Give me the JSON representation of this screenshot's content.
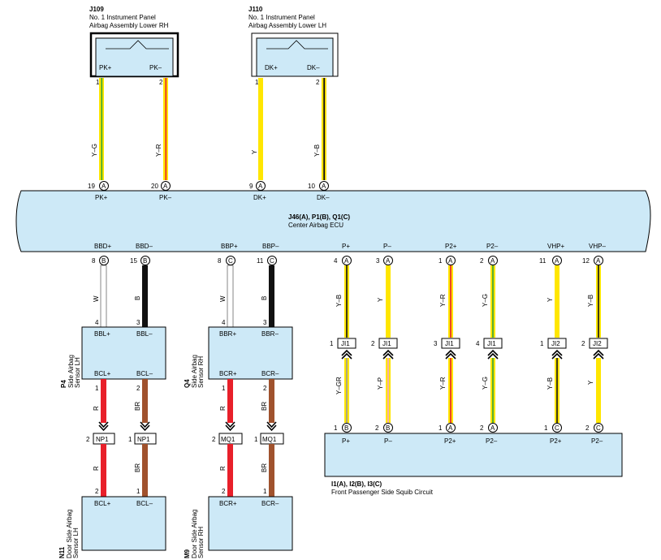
{
  "top_connectors": [
    {
      "id": "J109",
      "line1": "No. 1 Instrument Panel",
      "line2": "Airbag Assembly Lower RH",
      "pins": [
        "PK+",
        "PK–"
      ]
    },
    {
      "id": "J110",
      "line1": "No. 1 Instrument Panel",
      "line2": "Airbag Assembly Lower  LH",
      "pins": [
        "DK+",
        "DK–"
      ]
    }
  ],
  "ecu": {
    "title": "J46(A), P1(B), Q1(C)",
    "subtitle": "Center Airbag ECU",
    "top_terms": [
      {
        "num": "19",
        "conn": "A",
        "label": "PK+"
      },
      {
        "num": "20",
        "conn": "A",
        "label": "PK–"
      },
      {
        "num": "9",
        "conn": "A",
        "label": "DK+"
      },
      {
        "num": "10",
        "conn": "A",
        "label": "DK–"
      }
    ],
    "bottom_terms": [
      {
        "num": "8",
        "conn": "B",
        "label": "BBD+"
      },
      {
        "num": "15",
        "conn": "B",
        "label": "BBD–"
      },
      {
        "num": "8",
        "conn": "C",
        "label": "BBP+"
      },
      {
        "num": "11",
        "conn": "C",
        "label": "BBP–"
      },
      {
        "num": "4",
        "conn": "A",
        "label": "P+"
      },
      {
        "num": "3",
        "conn": "A",
        "label": "P–"
      },
      {
        "num": "1",
        "conn": "A",
        "label": "P2+"
      },
      {
        "num": "2",
        "conn": "A",
        "label": "P2–"
      },
      {
        "num": "11",
        "conn": "A",
        "label": "VHP+"
      },
      {
        "num": "12",
        "conn": "A",
        "label": "VHP–"
      }
    ]
  },
  "top_wires": [
    {
      "from_pin": "1",
      "color_code": "Y–G",
      "colors": [
        "#ffe600",
        "#2fa33a"
      ]
    },
    {
      "from_pin": "2",
      "color_code": "Y–R",
      "colors": [
        "#ffe600",
        "#e8202a"
      ]
    },
    {
      "from_pin": "1",
      "color_code": "Y",
      "colors": [
        "#ffe600"
      ]
    },
    {
      "from_pin": "2",
      "color_code": "Y–B",
      "colors": [
        "#ffe600",
        "#111111"
      ]
    }
  ],
  "side_sensors": [
    {
      "id": "P4",
      "name_line1": "Side Airbag",
      "name_line2": "Sensor LH",
      "top_pins": [
        "BBL+",
        "BBL–"
      ],
      "bottom_pins": [
        "BCL+",
        "BCL–"
      ],
      "in_pins": [
        "4",
        "3"
      ],
      "in_codes": [
        "W",
        "B"
      ],
      "out_pins": [
        "1",
        "2"
      ],
      "out_codes": [
        "R",
        "BR"
      ],
      "junction": "NP1",
      "junction_pins": [
        "2",
        "1"
      ],
      "lower_codes": [
        "R",
        "BR"
      ]
    },
    {
      "id": "Q4",
      "name_line1": "Side Airbag",
      "name_line2": "Sensor RH",
      "top_pins": [
        "BBR+",
        "BBR–"
      ],
      "bottom_pins": [
        "BCR+",
        "BCR–"
      ],
      "in_pins": [
        "4",
        "3"
      ],
      "in_codes": [
        "W",
        "B"
      ],
      "out_pins": [
        "1",
        "2"
      ],
      "out_codes": [
        "R",
        "BR"
      ],
      "junction": "MQ1",
      "junction_pins": [
        "2",
        "1"
      ],
      "lower_codes": [
        "R",
        "BR"
      ]
    }
  ],
  "door_sensors": [
    {
      "id": "N11",
      "name_line1": "Door Side Airbag",
      "name_line2": "Sensor LH",
      "pins": [
        "BCL+",
        "BCL–"
      ],
      "pin_nums": [
        "2",
        "1"
      ]
    },
    {
      "id": "M9",
      "name_line1": "Door Side Airbag",
      "name_line2": "Sensor RH",
      "pins": [
        "BCR+",
        "BCR–"
      ],
      "pin_nums": [
        "2",
        "1"
      ]
    }
  ],
  "squib_wires": [
    {
      "top_code": "Y–B",
      "junction": "JI1",
      "jpin": "1",
      "bottom_code": "Y–GR",
      "bot_num": "1",
      "bot_conn": "B",
      "bot_label": "P+"
    },
    {
      "top_code": "Y",
      "junction": "JI1",
      "jpin": "2",
      "bottom_code": "Y–P",
      "bot_num": "2",
      "bot_conn": "B",
      "bot_label": "P–"
    },
    {
      "top_code": "Y–R",
      "junction": "JI1",
      "jpin": "3",
      "bottom_code": "Y–R",
      "bot_num": "1",
      "bot_conn": "A",
      "bot_label": "P2+"
    },
    {
      "top_code": "Y–G",
      "junction": "JI1",
      "jpin": "4",
      "bottom_code": "Y–G",
      "bot_num": "2",
      "bot_conn": "A",
      "bot_label": "P2–"
    },
    {
      "top_code": "Y",
      "junction": "JI2",
      "jpin": "1",
      "bottom_code": "Y–B",
      "bot_num": "1",
      "bot_conn": "C",
      "bot_label": "P2+"
    },
    {
      "top_code": "Y–B",
      "junction": "JI2",
      "jpin": "2",
      "bottom_code": "Y",
      "bot_num": "2",
      "bot_conn": "C",
      "bot_label": "P2–"
    }
  ],
  "squib_circuit": {
    "title": "I1(A), I2(B), I3(C)",
    "subtitle": "Front Passenger Side Squib Circuit"
  },
  "colors": {
    "box_fill": "#cde9f7",
    "yellow": "#ffe600",
    "green": "#2fa33a",
    "red": "#e8202a",
    "black": "#111111",
    "brown": "#a0522d",
    "pink": "#f4a6c8",
    "gray": "#9a9a9a",
    "white": "#ffffff"
  }
}
